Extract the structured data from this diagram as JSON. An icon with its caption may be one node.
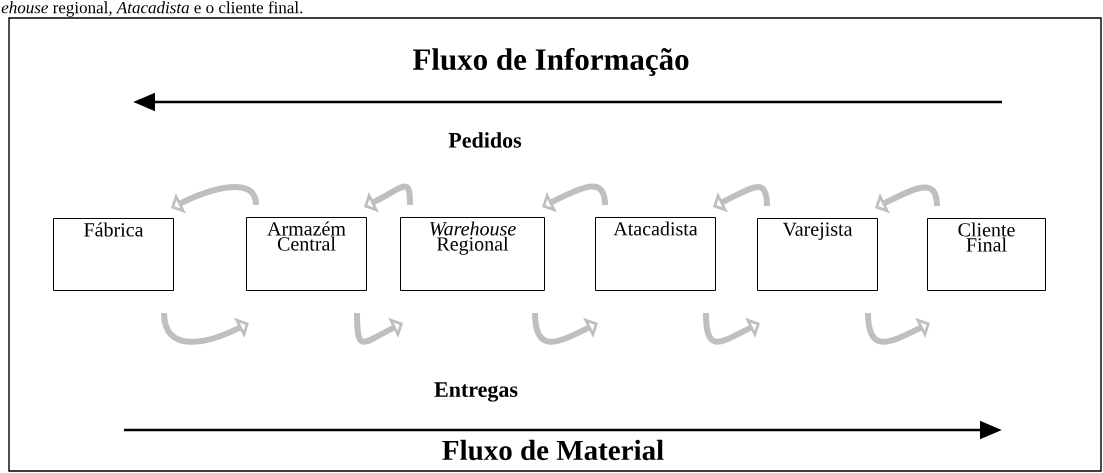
{
  "diagram": {
    "nodes": [
      {
        "text": [
          "Fábrica"
        ]
      },
      {
        "text": [
          "Armazém Central"
        ]
      },
      {
        "text": [
          "*Warehouse* Regional"
        ]
      },
      {
        "text": [
          "Atacadista"
        ]
      },
      {
        "text": [
          "Varejista"
        ]
      },
      {
        "text": [
          "Cliente Final"
        ]
      }
    ],
    "edges": [
      {
        "from": 1,
        "to": 0,
        "arrow": "to"
      },
      {
        "from": 2,
        "to": 1,
        "arrow": "to"
      },
      {
        "from": 3,
        "to": 2,
        "arrow": "to"
      },
      {
        "from": 4,
        "to": 3,
        "arrow": "to"
      },
      {
        "from": 5,
        "to": 4,
        "arrow": "to"
      },
      {
        "from": 0,
        "to": 1,
        "arrow": "to"
      },
      {
        "from": 1,
        "to": 2,
        "arrow": "to"
      },
      {
        "from": 2,
        "to": 3,
        "arrow": "to"
      },
      {
        "from": 3,
        "to": 4,
        "arrow": "to"
      },
      {
        "from": 4,
        "to": 5,
        "arrow": "to"
      }
    ],
    "labels": [
      "*ehouse* regional, *Atacadista* e o cliente final.",
      "Fluxo de Informação",
      "Pedidos",
      "Entregas",
      "Fluxo de Material"
    ]
  }
}
